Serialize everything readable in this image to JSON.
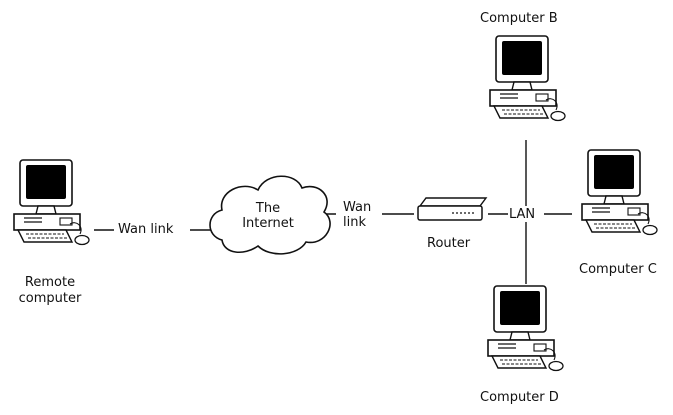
{
  "diagram": {
    "nodes": {
      "remote": {
        "label_line1": "Remote",
        "label_line2": "computer",
        "icon": "desktop-computer-icon"
      },
      "cloud": {
        "label_line1": "The",
        "label_line2": "Internet",
        "icon": "cloud-icon"
      },
      "router": {
        "label": "Router",
        "icon": "router-icon"
      },
      "lan_hub": {
        "label": "LAN"
      },
      "computer_b": {
        "label": "Computer B",
        "icon": "desktop-computer-icon"
      },
      "computer_c": {
        "label": "Computer C",
        "icon": "desktop-computer-icon"
      },
      "computer_d": {
        "label": "Computer D",
        "icon": "desktop-computer-icon"
      }
    },
    "links": {
      "wan1": {
        "label": "Wan link"
      },
      "wan2": {
        "label_line1": "Wan",
        "label_line2": "link"
      }
    },
    "colors": {
      "line": "#111111",
      "screen": "#000000",
      "case": "#ffffff"
    }
  }
}
